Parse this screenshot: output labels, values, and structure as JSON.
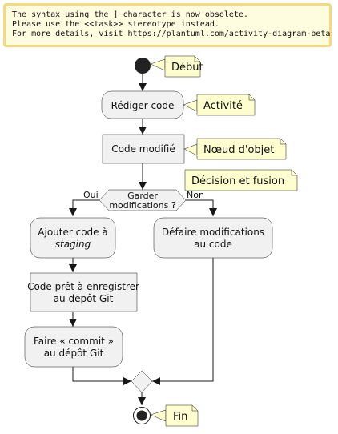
{
  "warning": {
    "line1": "The syntax using the ] character is now obsolete.",
    "line2": "Please use the <<task>> stereotype instead.",
    "line3": "For more details, visit https://plantuml.com/activity-diagram-beta"
  },
  "notes": {
    "start": "Début",
    "action": "Activité",
    "object": "Nœud d'objet",
    "decision": "Décision et fusion",
    "end": "Fin"
  },
  "nodes": {
    "write_code": "Rédiger code",
    "modified_code": "Code modifié",
    "decision_line1": "Garder",
    "decision_line2": "modifications ?",
    "branch_yes": "Oui",
    "branch_no": "Non",
    "add_code_line1": "Ajouter code à",
    "add_code_line2": "staging",
    "ready_line1": "Code prêt à enregistrer",
    "ready_line2": "au depôt Git",
    "commit_line1": "Faire « commit »",
    "commit_line2": "au dépôt Git",
    "undo_line1": "Défaire modifications",
    "undo_line2": "au code"
  },
  "colors": {
    "node_fill": "#f1f1f1",
    "note_fill": "#fefece",
    "warning_fill": "#fffde0",
    "warning_border": "#f5d97a"
  }
}
